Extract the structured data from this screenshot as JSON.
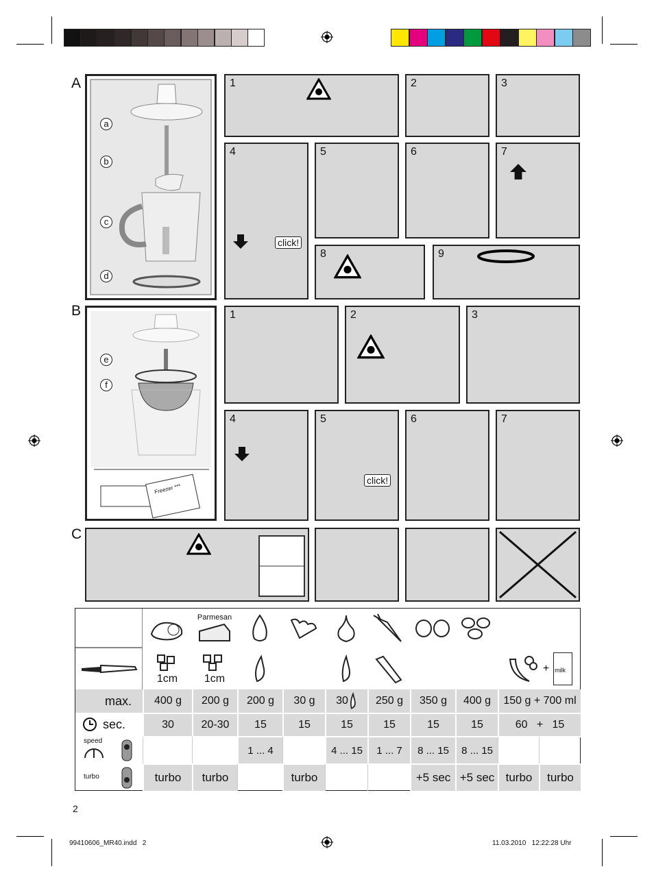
{
  "color_bar": {
    "grays": [
      "#111111",
      "#1e1a1a",
      "#262020",
      "#302828",
      "#423838",
      "#544848",
      "#6a5c5c",
      "#847474",
      "#9c8e8e",
      "#bcb0b0",
      "#d6cccc",
      "#ffffff"
    ],
    "colors": [
      "#ffe600",
      "#e5007d",
      "#009fe3",
      "#2b2a83",
      "#009a3e",
      "#e30613",
      "#231f20",
      "#fff35f",
      "#f28fc0",
      "#7ccbf0",
      "#8c8c8c"
    ]
  },
  "sections": {
    "a": {
      "letter": "A",
      "callouts": [
        "a",
        "b",
        "c",
        "d"
      ],
      "steps": [
        "1",
        "2",
        "3",
        "4",
        "5",
        "6",
        "7",
        "8",
        "9"
      ],
      "click_label": "click!"
    },
    "b": {
      "letter": "B",
      "callouts": [
        "e",
        "f"
      ],
      "steps": [
        "1",
        "2",
        "3",
        "4",
        "5",
        "6",
        "7"
      ],
      "click_label": "click!",
      "freezer_label": "Freezer ***"
    },
    "c": {
      "letter": "C"
    }
  },
  "table": {
    "parmesan_label": "Parmesan",
    "cut_1cm": "1cm",
    "plus_sign": "+",
    "milk_label": "milk",
    "max_label": "max.",
    "sec_label": "sec.",
    "speed_label": "speed",
    "turbo_label": "turbo",
    "max_values": [
      "400 g",
      "200 g",
      "200 g",
      "30 g",
      "30",
      "250 g",
      "350 g",
      "400 g",
      "150 g + 700 ml"
    ],
    "sec_values": [
      "30",
      "20-30",
      "15",
      "15",
      "15",
      "15",
      "15",
      "15",
      "60   +   15"
    ],
    "speed_values": [
      "",
      "",
      "1 ... 4",
      "",
      "4 ... 15",
      "1 ... 7",
      "8 ... 15",
      "8 ... 15",
      "",
      ""
    ],
    "turbo_values": [
      "turbo",
      "turbo",
      "",
      "turbo",
      "",
      "",
      "+5 sec",
      "+5 sec",
      "turbo",
      "turbo"
    ]
  },
  "page_number": "2",
  "footer": {
    "left": "99410606_MR40.indd   2",
    "right": "11.03.2010   12:22:28 Uhr"
  }
}
